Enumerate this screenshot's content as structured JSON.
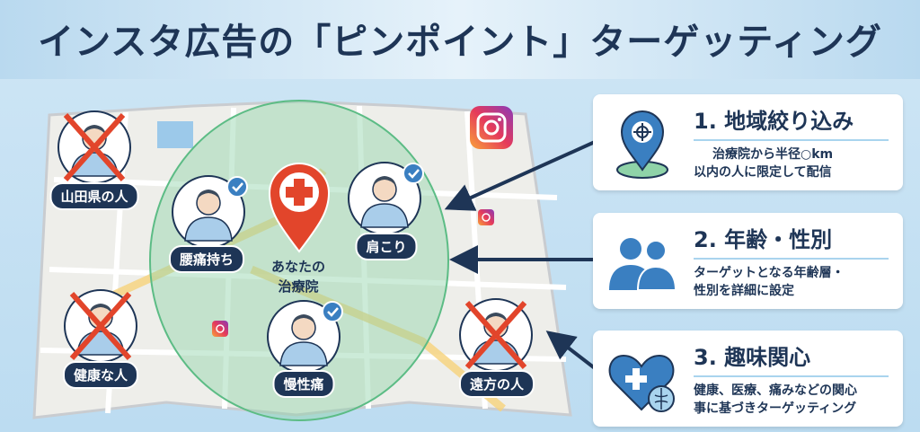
{
  "title": "インスタ広告の「ピンポイント」ターゲッティング",
  "map": {
    "clinic_label_line1": "あなたの",
    "clinic_label_line2": "治療院",
    "people": [
      {
        "label": "山田県の人",
        "targeted": false
      },
      {
        "label": "腰痛持ち",
        "targeted": true
      },
      {
        "label": "肩こり",
        "targeted": true
      },
      {
        "label": "健康な人",
        "targeted": false
      },
      {
        "label": "慢性痛",
        "targeted": true
      },
      {
        "label": "遠方の人",
        "targeted": false
      }
    ]
  },
  "panels": [
    {
      "heading": "1. 地域絞り込み",
      "line1": "治療院から半径○km",
      "line2": "以内の人に限定して配信",
      "icon": "location-pin-target-icon"
    },
    {
      "heading": "2. 年齢・性別",
      "line1": "ターゲットとなる年齢層・",
      "line2": "性別を詳細に設定",
      "icon": "people-icon"
    },
    {
      "heading": "3. 趣味関心",
      "line1": "健康、医療、痛みなどの関心",
      "line2": "事に基づきターゲッティング",
      "icon": "heart-brain-icon"
    }
  ],
  "colors": {
    "navy": "#1e3556",
    "accent_blue": "#3a7fc1",
    "red": "#e2452b",
    "radius_green": "#8fd3a8"
  }
}
